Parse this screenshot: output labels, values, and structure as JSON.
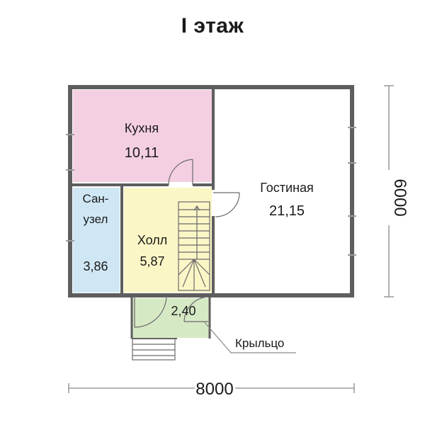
{
  "title": "I этаж",
  "colors": {
    "wall": "#5e5e5e",
    "kitchen": "#f4cfe2",
    "bathroom": "#cfe7f5",
    "hall": "#fbf6c6",
    "porch": "#d6e9c5",
    "living": "#ffffff",
    "text": "#1a1a1a",
    "dim": "#8a8a8a"
  },
  "rooms": {
    "kitchen": {
      "name": "Кухня",
      "area": "10,11"
    },
    "living": {
      "name": "Гостиная",
      "area": "21,15"
    },
    "bath": {
      "name_line1": "Сан-",
      "name_line2": "узел",
      "area": "3,86"
    },
    "hall": {
      "name": "Холл",
      "area": "5,87"
    },
    "porch": {
      "area": "2,40"
    }
  },
  "callout": {
    "label": "Крыльцо"
  },
  "dimensions": {
    "width": "8000",
    "height": "6000"
  }
}
